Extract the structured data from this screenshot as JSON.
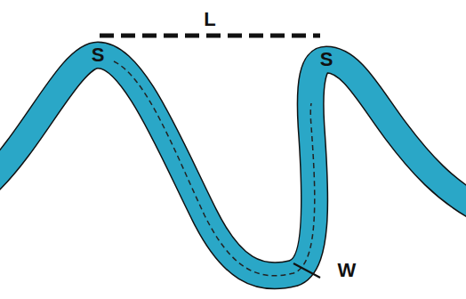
{
  "diagram": {
    "labels": [
      "L",
      "S",
      "S",
      "W"
    ]
  }
}
